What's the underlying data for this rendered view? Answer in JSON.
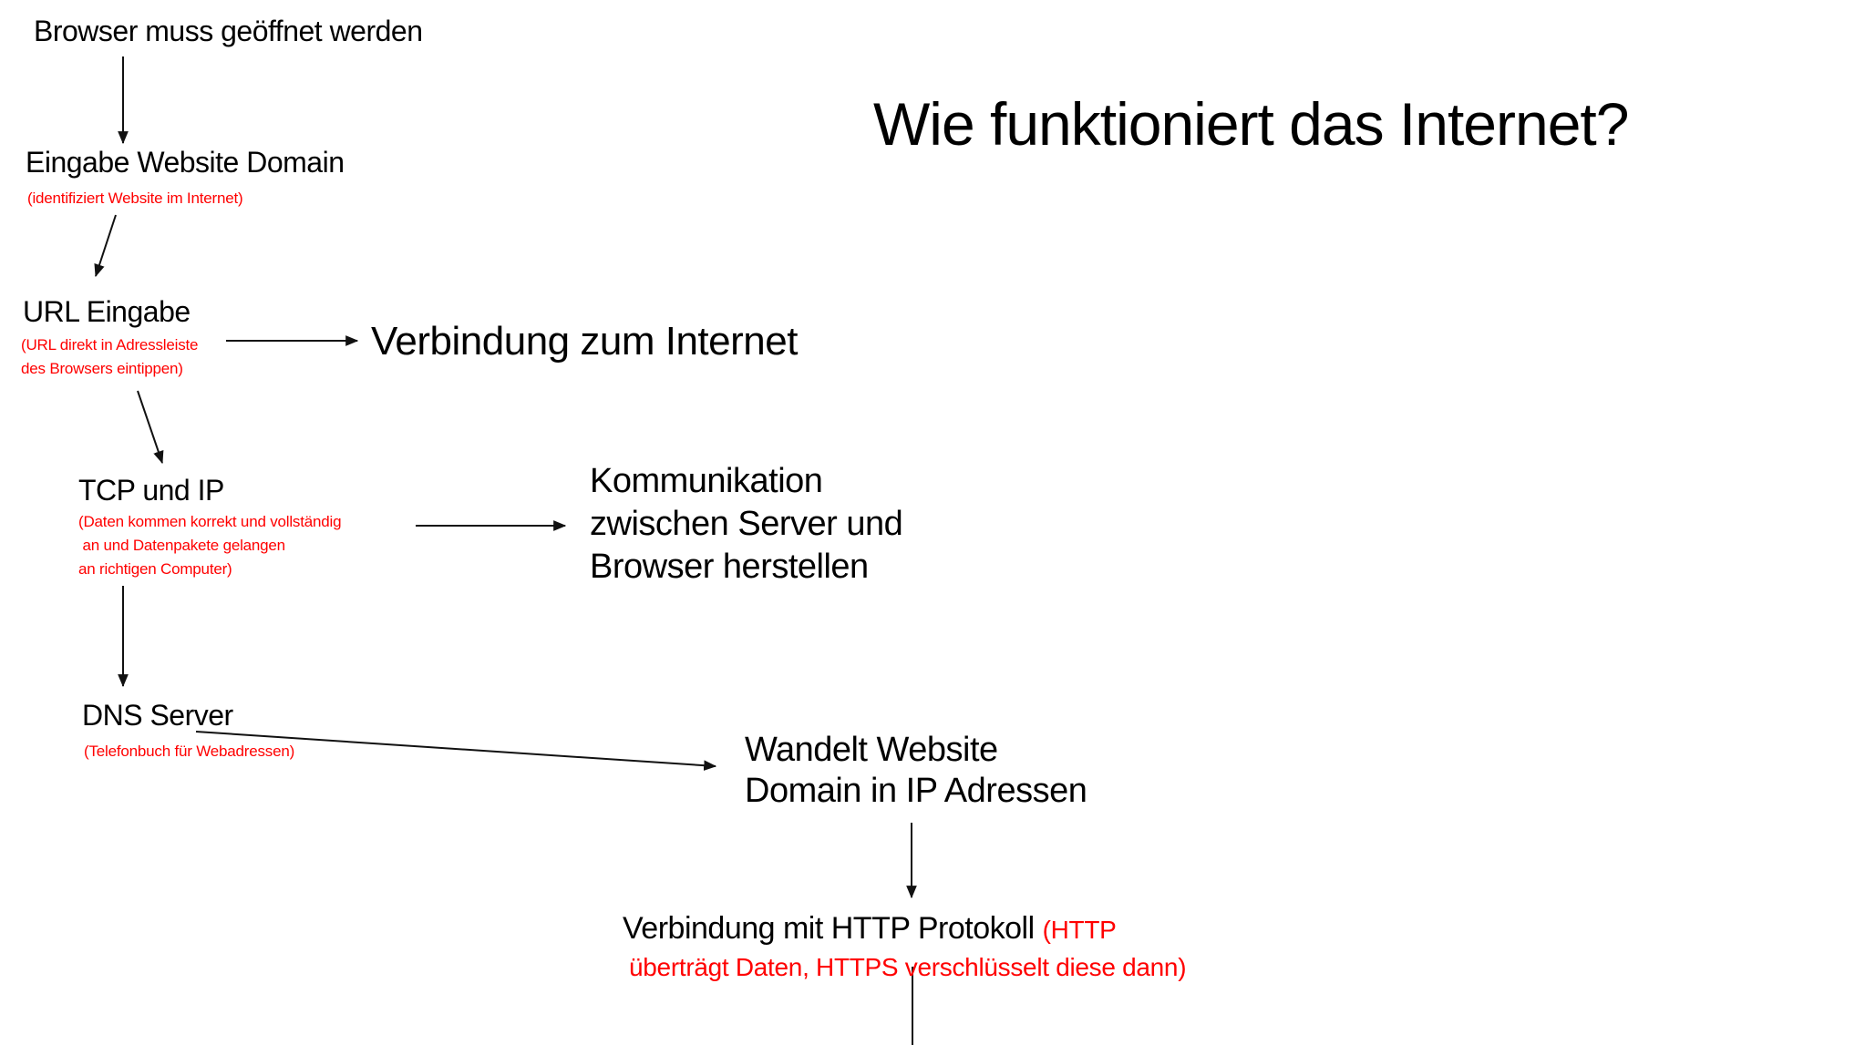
{
  "title": "Wie funktioniert das Internet?",
  "colors": {
    "text": "#000000",
    "note_red": "#ff0000",
    "background": "#ffffff"
  },
  "flow": {
    "browser": {
      "label": "Browser muss geöffnet werden"
    },
    "website_domain": {
      "label": "Eingabe Website Domain",
      "note": "(identifiziert Website im Internet)"
    },
    "url_eingabe": {
      "label": "URL Eingabe",
      "note_line1": "(URL direkt in Adressleiste",
      "note_line2": "des Browsers eintippen)"
    },
    "verbindung_internet": {
      "label": "Verbindung zum Internet"
    },
    "tcp_ip": {
      "label": "TCP und IP",
      "note_line1": "(Daten kommen korrekt und vollständig",
      "note_line2": " an und Datenpakete gelangen",
      "note_line3": "an richtigen Computer)"
    },
    "kommunikation": {
      "line1": "Kommunikation",
      "line2": "zwischen Server und",
      "line3": "Browser herstellen"
    },
    "dns_server": {
      "label": "DNS Server",
      "note": "(Telefonbuch für Webadressen)"
    },
    "wandelt": {
      "line1": "Wandelt Website",
      "line2": "Domain in IP Adressen"
    },
    "http_protokoll": {
      "label": "Verbindung mit HTTP Protokoll ",
      "note_inline": "(HTTP",
      "note_line2": "überträgt Daten, HTTPS verschlüsselt diese dann)"
    }
  }
}
